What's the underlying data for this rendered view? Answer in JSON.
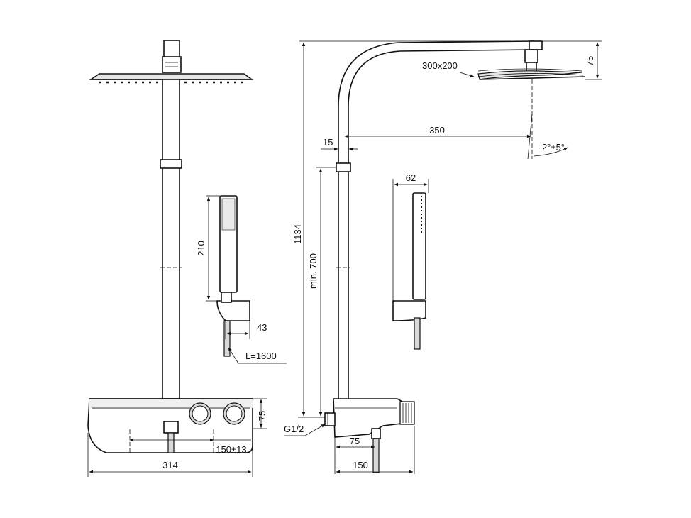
{
  "dimensions": {
    "head_size": "300x200",
    "head_drop": "75",
    "arm_length": "350",
    "pipe_offset": "15",
    "tilt": "2°±5°",
    "total_height": "1134",
    "min_height": "min. 700",
    "handshower_width": "62",
    "handshower_length": "210",
    "holder_depth": "43",
    "hose_length": "L=1600",
    "thermostat_height": "75",
    "thermostat_width": "314",
    "inlet_spacing": "150±13",
    "inlet_thread": "G1/2",
    "outlet_offset": "75",
    "wall_depth": "150"
  }
}
